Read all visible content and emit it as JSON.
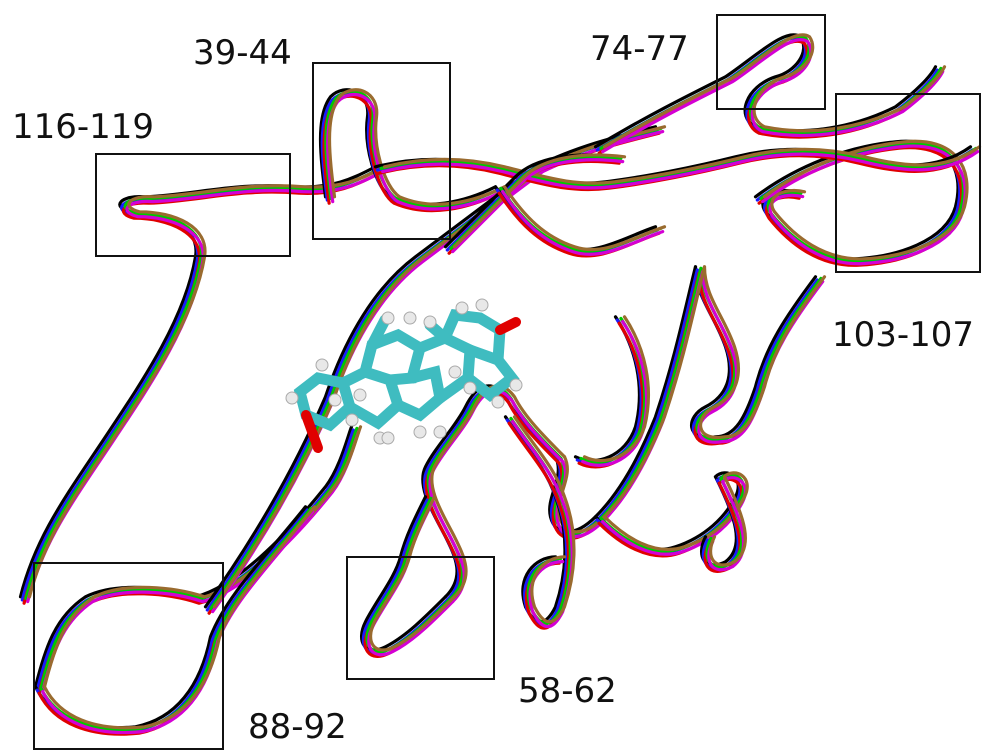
{
  "figure": {
    "regions": [
      {
        "label": "116-119"
      },
      {
        "label": "39-44"
      },
      {
        "label": "74-77"
      },
      {
        "label": "103-107"
      },
      {
        "label": "58-62"
      },
      {
        "label": "88-92"
      }
    ]
  },
  "colors": {
    "trace_colors": [
      "#000000",
      "#1a1aff",
      "#e00000",
      "#00c800",
      "#d400d4",
      "#9a6b2f"
    ],
    "ligand_carbon": "#3fbcc0",
    "ligand_hydrogen": "#e8e8e8",
    "ligand_oxygen": "#e00000"
  }
}
